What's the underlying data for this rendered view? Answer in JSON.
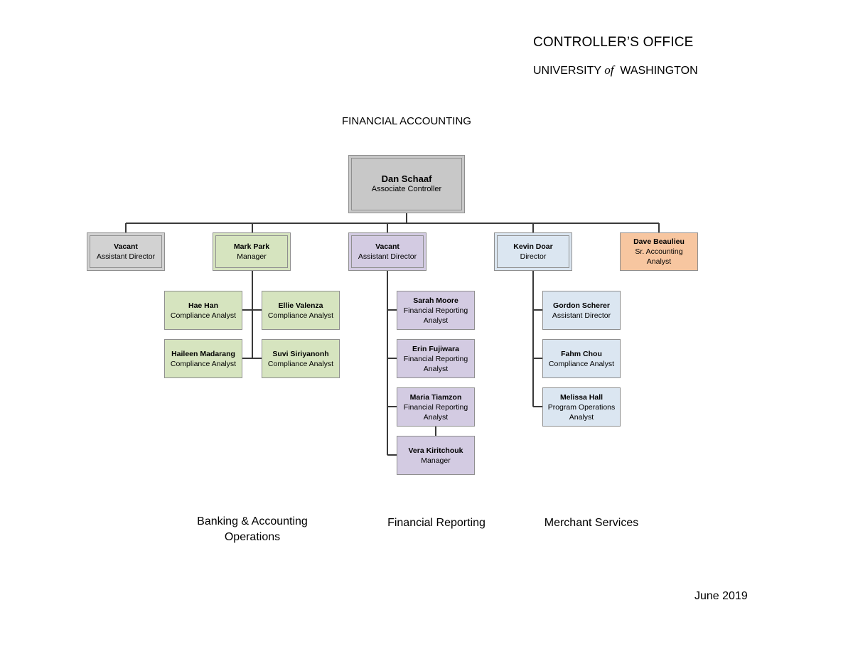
{
  "header": {
    "office": "CONTROLLER’S OFFICE",
    "university_pre": "UNIVERSITY",
    "university_of": "of",
    "university_post": "WASHINGTON"
  },
  "section_title": "FINANCIAL ACCOUNTING",
  "top": {
    "name": "Dan Schaaf",
    "title": "Associate Controller"
  },
  "level2": [
    {
      "name": "Vacant",
      "title": "Assistant Director"
    },
    {
      "name": "Mark Park",
      "title": "Manager"
    },
    {
      "name": "Vacant",
      "title": "Assistant Director"
    },
    {
      "name": "Kevin Doar",
      "title": "Director"
    },
    {
      "name": "Dave Beaulieu",
      "title": "Sr. Accounting Analyst"
    }
  ],
  "banking_team": [
    {
      "name": "Hae Han",
      "title": "Compliance Analyst"
    },
    {
      "name": "Ellie Valenza",
      "title": "Compliance Analyst"
    },
    {
      "name": "Haileen Madarang",
      "title": "Compliance Analyst"
    },
    {
      "name": "Suvi Siriyanonh",
      "title": "Compliance Analyst"
    }
  ],
  "reporting_team": [
    {
      "name": "Sarah Moore",
      "title": "Financial Reporting Analyst"
    },
    {
      "name": "Erin Fujiwara",
      "title": "Financial Reporting Analyst"
    },
    {
      "name": "Maria Tiamzon",
      "title": "Financial Reporting Analyst"
    },
    {
      "name": "Vera Kiritchouk",
      "title": "Manager"
    }
  ],
  "merchant_team": [
    {
      "name": "Gordon Scherer",
      "title": "Assistant Director"
    },
    {
      "name": "Fahm Chou",
      "title": "Compliance Analyst"
    },
    {
      "name": "Melissa Hall",
      "title": "Program Operations Analyst"
    }
  ],
  "departments": {
    "banking_line1": "Banking & Accounting",
    "banking_line2": "Operations",
    "reporting": "Financial Reporting",
    "merchant": "Merchant Services"
  },
  "date": "June 2019",
  "colors": {
    "gray": "#c8c8c8",
    "green": "#d6e4bf",
    "purple": "#d3cbe2",
    "blue": "#dbe6f1",
    "orange": "#f7c6a0"
  }
}
